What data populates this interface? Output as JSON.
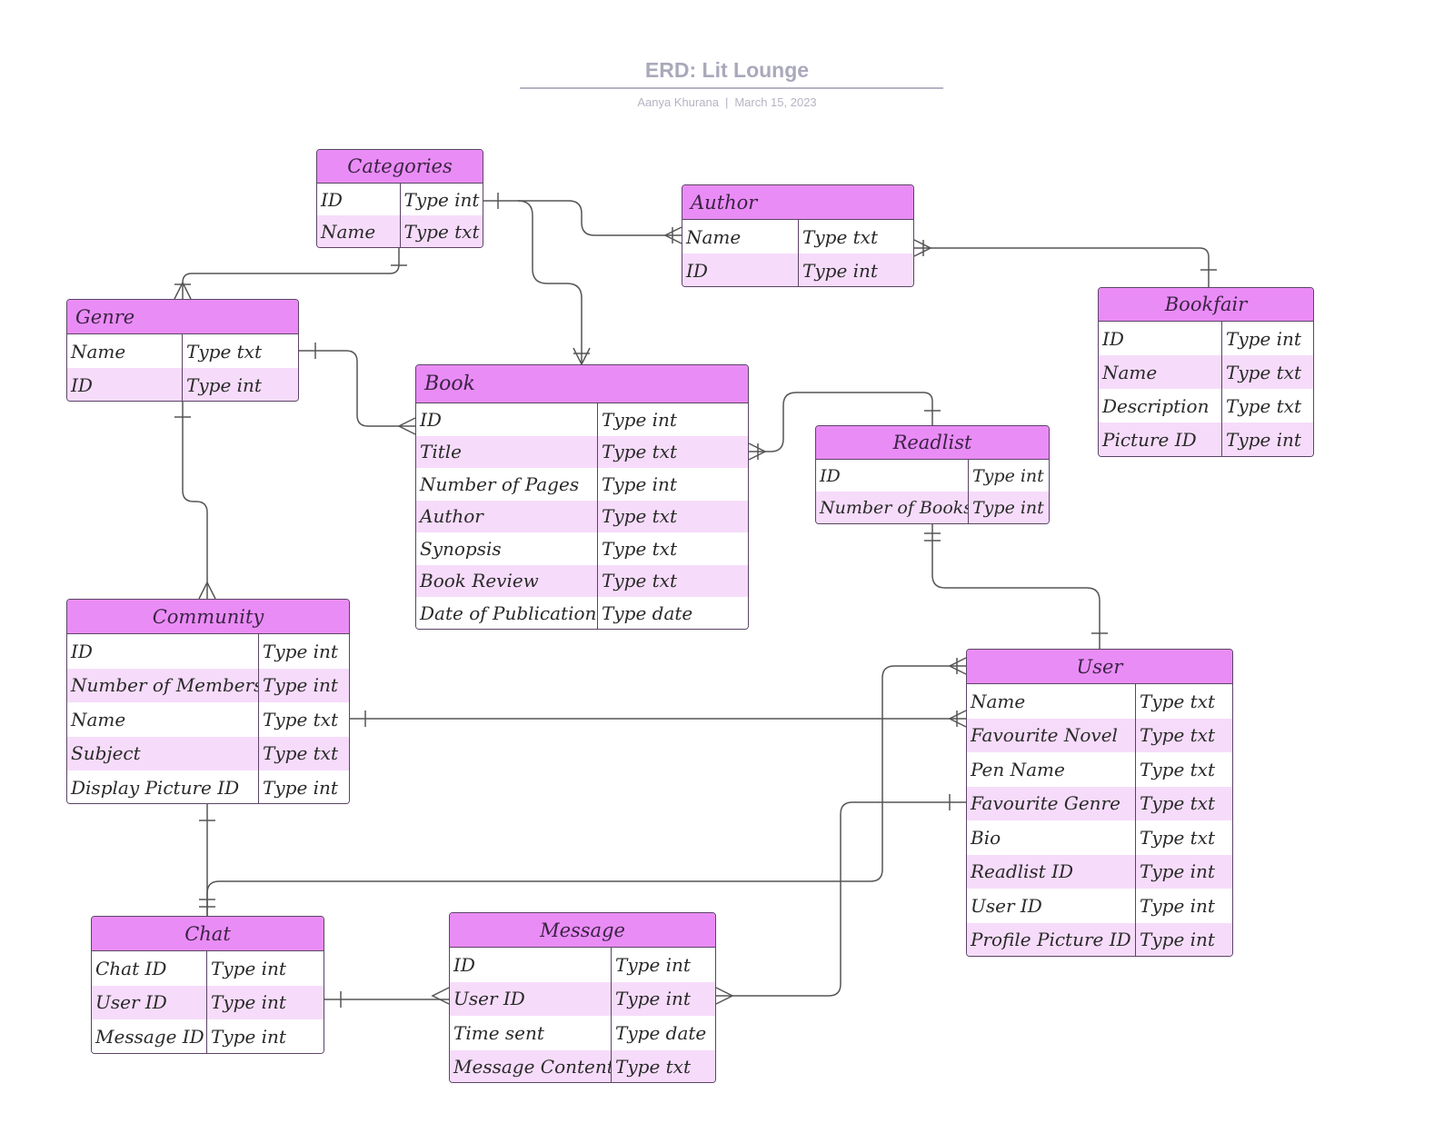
{
  "title": "ERD: Lit Lounge",
  "author": "Aanya Khurana",
  "date": "March 15, 2023",
  "entities": {
    "categories": {
      "name": "Categories",
      "rows": [
        {
          "field": "ID",
          "type": "Type int"
        },
        {
          "field": "Name",
          "type": "Type txt"
        }
      ]
    },
    "author": {
      "name": "Author",
      "rows": [
        {
          "field": "Name",
          "type": "Type txt"
        },
        {
          "field": "ID",
          "type": "Type int"
        }
      ]
    },
    "genre": {
      "name": "Genre",
      "rows": [
        {
          "field": "Name",
          "type": "Type txt"
        },
        {
          "field": "ID",
          "type": "Type int"
        }
      ]
    },
    "bookfair": {
      "name": "Bookfair",
      "rows": [
        {
          "field": "ID",
          "type": "Type int"
        },
        {
          "field": "Name",
          "type": "Type txt"
        },
        {
          "field": "Description",
          "type": "Type txt"
        },
        {
          "field": "Picture ID",
          "type": "Type int"
        }
      ]
    },
    "book": {
      "name": "Book",
      "rows": [
        {
          "field": "ID",
          "type": "Type int"
        },
        {
          "field": "Title",
          "type": "Type txt"
        },
        {
          "field": "Number of Pages",
          "type": "Type int"
        },
        {
          "field": "Author",
          "type": "Type txt"
        },
        {
          "field": "Synopsis",
          "type": "Type txt"
        },
        {
          "field": "Book Review",
          "type": "Type txt"
        },
        {
          "field": "Date of Publication",
          "type": "Type date"
        }
      ]
    },
    "readlist": {
      "name": "Readlist",
      "rows": [
        {
          "field": "ID",
          "type": "Type int"
        },
        {
          "field": "Number of Books",
          "type": "Type int"
        }
      ]
    },
    "community": {
      "name": "Community",
      "rows": [
        {
          "field": "ID",
          "type": "Type int"
        },
        {
          "field": "Number of Members",
          "type": "Type int"
        },
        {
          "field": "Name",
          "type": "Type txt"
        },
        {
          "field": "Subject",
          "type": "Type txt"
        },
        {
          "field": "Display Picture ID",
          "type": "Type int"
        }
      ]
    },
    "user": {
      "name": "User",
      "rows": [
        {
          "field": "Name",
          "type": "Type txt"
        },
        {
          "field": "Favourite Novel",
          "type": "Type txt"
        },
        {
          "field": "Pen Name",
          "type": "Type txt"
        },
        {
          "field": "Favourite Genre",
          "type": "Type txt"
        },
        {
          "field": "Bio",
          "type": "Type txt"
        },
        {
          "field": "Readlist ID",
          "type": "Type int"
        },
        {
          "field": "User ID",
          "type": "Type int"
        },
        {
          "field": "Profile Picture ID",
          "type": "Type int"
        }
      ]
    },
    "chat": {
      "name": "Chat",
      "rows": [
        {
          "field": "Chat ID",
          "type": "Type int"
        },
        {
          "field": "User ID",
          "type": "Type int"
        },
        {
          "field": "Message ID",
          "type": "Type int"
        }
      ]
    },
    "message": {
      "name": "Message",
      "rows": [
        {
          "field": "ID",
          "type": "Type int"
        },
        {
          "field": "User ID",
          "type": "Type int"
        },
        {
          "field": "Time sent",
          "type": "Type date"
        },
        {
          "field": "Message Content",
          "type": "Type txt"
        }
      ]
    }
  },
  "relationships": [
    {
      "from": "Categories",
      "to": "Author",
      "from_card": "one",
      "to_card": "one-or-many"
    },
    {
      "from": "Categories",
      "to": "Book",
      "from_card": "one",
      "to_card": "one-or-many"
    },
    {
      "from": "Categories",
      "to": "Genre",
      "from_card": "one",
      "to_card": "one-or-many"
    },
    {
      "from": "Author",
      "to": "Bookfair",
      "from_card": "one-or-many",
      "to_card": "one"
    },
    {
      "from": "Genre",
      "to": "Book",
      "from_card": "one",
      "to_card": "many"
    },
    {
      "from": "Genre",
      "to": "Community",
      "from_card": "one",
      "to_card": "many"
    },
    {
      "from": "Book",
      "to": "Readlist",
      "from_card": "one-or-many",
      "to_card": "one"
    },
    {
      "from": "Readlist",
      "to": "User",
      "from_card": "one-and-only-one",
      "to_card": "one"
    },
    {
      "from": "Community",
      "to": "User",
      "from_card": "one",
      "to_card": "one-or-many"
    },
    {
      "from": "Community",
      "to": "Chat",
      "from_card": "one",
      "to_card": "one-and-only-one"
    },
    {
      "from": "Chat",
      "to": "User",
      "from_card": "one",
      "to_card": "one-or-many"
    },
    {
      "from": "Chat",
      "to": "Message",
      "from_card": "one",
      "to_card": "many"
    },
    {
      "from": "Message",
      "to": "User",
      "from_card": "many",
      "to_card": "one"
    }
  ],
  "colors": {
    "header_fill": "#ea8cf6",
    "row_alt_fill": "#f6dcfa",
    "border": "#5a4466",
    "connector": "#555555",
    "title": "#a9a9bb"
  }
}
